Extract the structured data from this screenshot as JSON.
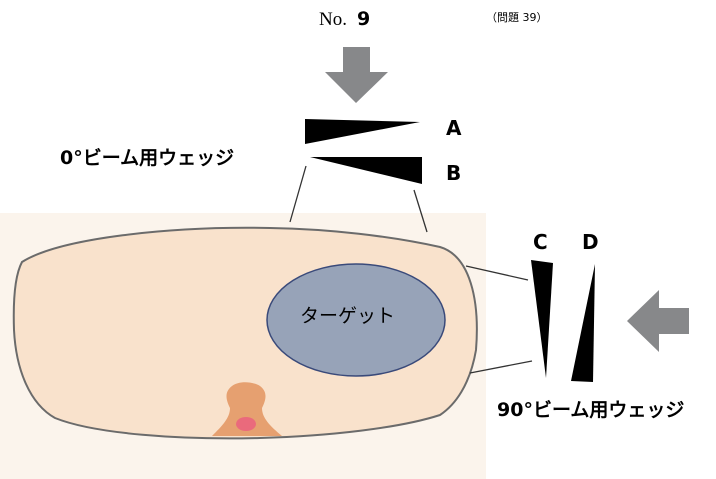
{
  "header": {
    "question_label": "No.",
    "question_number": "9",
    "reference": "（問題 39）"
  },
  "wedges": {
    "a": {
      "label": "A"
    },
    "b": {
      "label": "B"
    },
    "c": {
      "label": "C"
    },
    "d": {
      "label": "D"
    }
  },
  "captions": {
    "beam_0": "0°ビーム用ウェッジ",
    "beam_90": "90°ビーム用ウェッジ"
  },
  "target": {
    "label": "ターゲット"
  },
  "colors": {
    "arrow": "#87888a",
    "wedge": "#000000",
    "body_fill": "#f9e2cc",
    "body_stroke": "#6b6b6b",
    "background_panel": "#fbf4ec",
    "target_fill": "#97a3b8",
    "target_stroke": "#3a4a7a",
    "spine_outer": "#e6a070",
    "spine_inner": "#ea6a7c"
  },
  "icons": {
    "beam_0": "arrow-down-icon",
    "beam_90": "arrow-left-icon"
  }
}
